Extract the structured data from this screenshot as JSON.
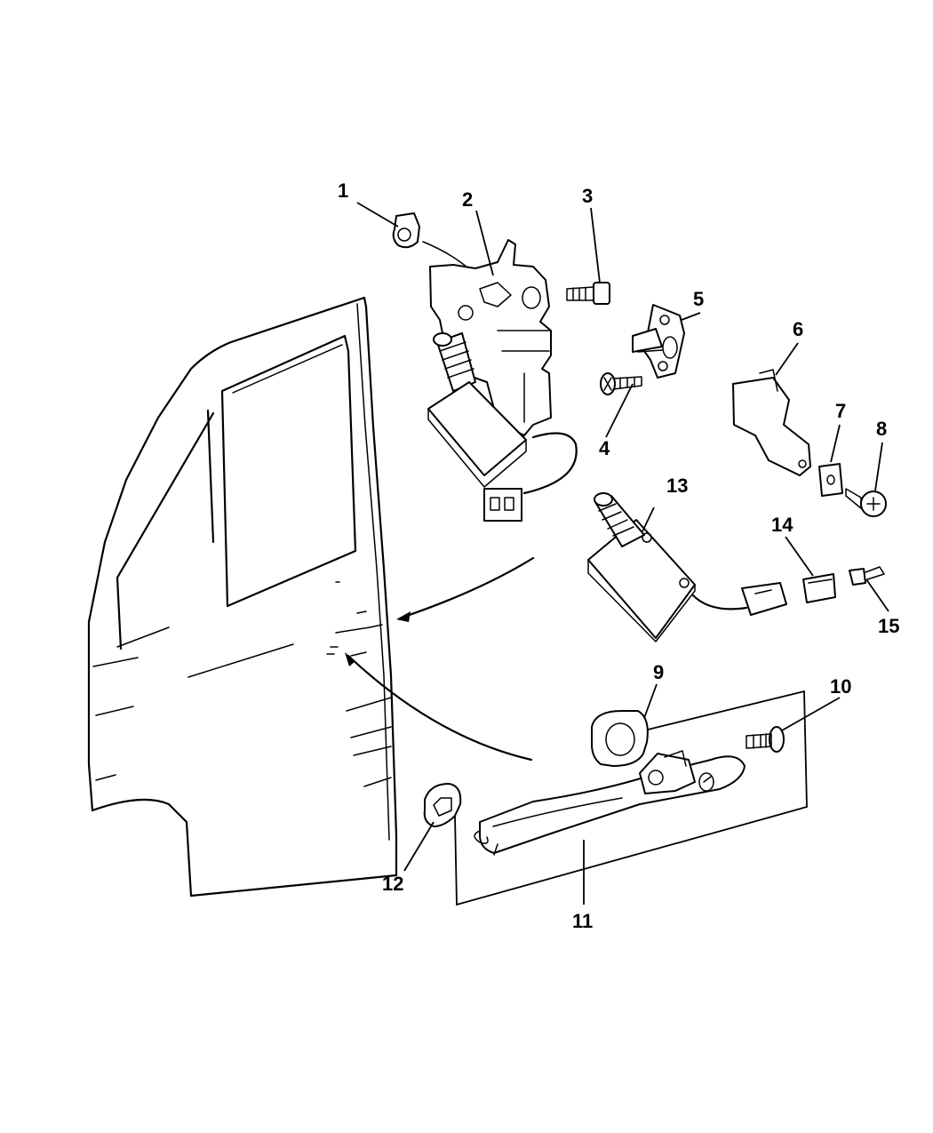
{
  "diagram": {
    "callouts": [
      {
        "id": "c1",
        "label": "1"
      },
      {
        "id": "c2",
        "label": "2"
      },
      {
        "id": "c3",
        "label": "3"
      },
      {
        "id": "c4",
        "label": "4"
      },
      {
        "id": "c5",
        "label": "5"
      },
      {
        "id": "c6",
        "label": "6"
      },
      {
        "id": "c7",
        "label": "7"
      },
      {
        "id": "c8",
        "label": "8"
      },
      {
        "id": "c9",
        "label": "9"
      },
      {
        "id": "c10",
        "label": "10"
      },
      {
        "id": "c11",
        "label": "11"
      },
      {
        "id": "c12",
        "label": "12"
      },
      {
        "id": "c13",
        "label": "13"
      },
      {
        "id": "c14",
        "label": "14"
      },
      {
        "id": "c15",
        "label": "15"
      }
    ],
    "colors": {
      "ink": "#000000",
      "background": "#ffffff"
    }
  }
}
